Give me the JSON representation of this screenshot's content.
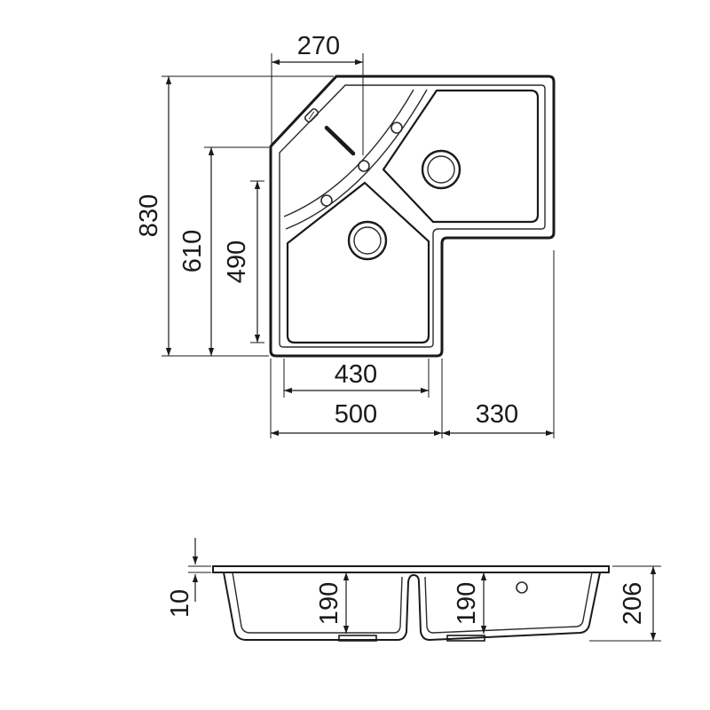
{
  "drawing": {
    "top_view": {
      "dimensions": {
        "strainer_offset": "270",
        "overall_depth": "830",
        "left_depth": "610",
        "bowl_depth": "490",
        "bowl_width": "430",
        "front_width": "500",
        "return_width": "330"
      }
    },
    "side_view": {
      "dimensions": {
        "rim_thickness": "10",
        "left_bowl_depth": "190",
        "right_bowl_depth": "190",
        "overall_height": "206"
      }
    }
  }
}
